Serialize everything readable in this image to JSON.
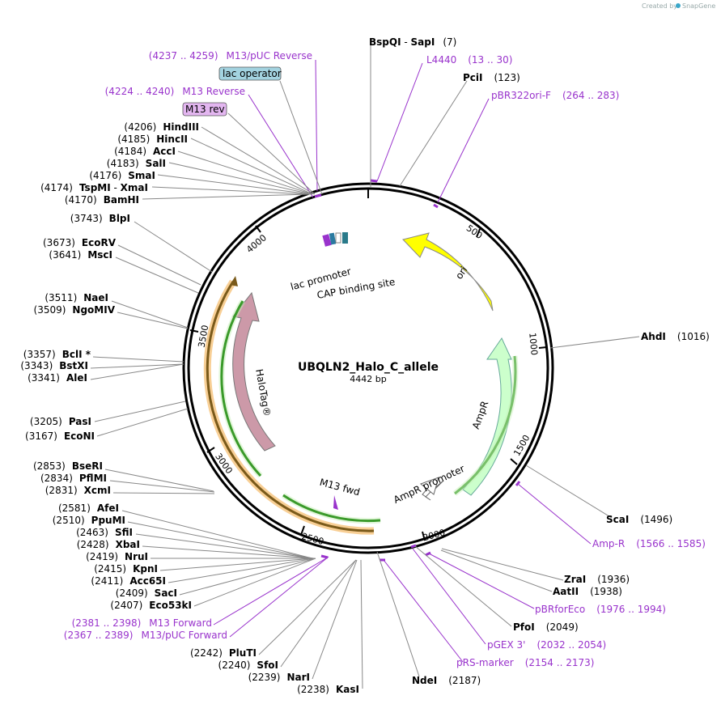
{
  "brand": {
    "created_by": "Created by",
    "name": "SnapGene"
  },
  "plasmid": {
    "name": "UBQLN2_Halo_C_allele",
    "length": "4442 bp"
  },
  "ticks": [
    "500",
    "1000",
    "1500",
    "2000",
    "2500",
    "3000",
    "3500",
    "4000"
  ],
  "features": {
    "ori": "ori",
    "ampr": "AmpR",
    "ampr_promoter": "AmpR promoter",
    "halotag": "HaloTag®",
    "lac_promoter": "lac promoter",
    "cap_site": "CAP binding site",
    "m13_fwd": "M13 fwd",
    "lac_operator": "lac operator",
    "m13_rev": "M13 rev"
  },
  "right_labels": [
    {
      "name": "BspQI",
      "sep": " - ",
      "name2": "SapI",
      "pos": "(7)"
    },
    {
      "prim": "L4440",
      "range": "(13 .. 30)"
    },
    {
      "name": "PciI",
      "pos": "(123)"
    },
    {
      "prim": "pBR322ori-F",
      "range": "(264 .. 283)"
    },
    {
      "name": "AhdI",
      "pos": "(1016)"
    },
    {
      "name": "ScaI",
      "pos": "(1496)"
    },
    {
      "prim": "Amp-R",
      "range": "(1566 .. 1585)"
    },
    {
      "name": "ZraI",
      "pos": "(1936)"
    },
    {
      "name": "AatII",
      "pos": "(1938)"
    },
    {
      "prim": "pBRforEco",
      "range": "(1976 .. 1994)"
    },
    {
      "name": "PfoI",
      "pos": "(2049)"
    },
    {
      "prim": "pGEX 3'",
      "range": "(2032 .. 2054)"
    },
    {
      "prim": "pRS-marker",
      "range": "(2154 .. 2173)"
    },
    {
      "name": "NdeI",
      "pos": "(2187)"
    }
  ],
  "left_labels": [
    {
      "range": "(4237 .. 4259)",
      "prim": "M13/pUC Reverse"
    },
    {
      "range": "(4224 .. 4240)",
      "prim": "M13 Reverse"
    },
    {
      "pos": "(4206)",
      "name": "HindIII"
    },
    {
      "pos": "(4185)",
      "name": "HincII"
    },
    {
      "pos": "(4184)",
      "name": "AccI"
    },
    {
      "pos": "(4183)",
      "name": "SalI"
    },
    {
      "pos": "(4176)",
      "name": "SmaI"
    },
    {
      "pos": "(4174)",
      "name": "TspMI",
      "sep": " - ",
      "name2": "XmaI"
    },
    {
      "pos": "(4170)",
      "name": "BamHI"
    },
    {
      "pos": "(3743)",
      "name": "BlpI"
    },
    {
      "pos": "(3673)",
      "name": "EcoRV"
    },
    {
      "pos": "(3641)",
      "name": "MscI"
    },
    {
      "pos": "(3511)",
      "name": "NaeI"
    },
    {
      "pos": "(3509)",
      "name": "NgoMIV"
    },
    {
      "pos": "(3357)",
      "name": "BclI *"
    },
    {
      "pos": "(3343)",
      "name": "BstXI"
    },
    {
      "pos": "(3341)",
      "name": "AleI"
    },
    {
      "pos": "(3205)",
      "name": "PasI"
    },
    {
      "pos": "(3167)",
      "name": "EcoNI"
    },
    {
      "pos": "(2853)",
      "name": "BseRI"
    },
    {
      "pos": "(2834)",
      "name": "PflMI"
    },
    {
      "pos": "(2831)",
      "name": "XcmI"
    },
    {
      "pos": "(2581)",
      "name": "AfeI"
    },
    {
      "pos": "(2510)",
      "name": "PpuMI"
    },
    {
      "pos": "(2463)",
      "name": "SfiI"
    },
    {
      "pos": "(2428)",
      "name": "XbaI"
    },
    {
      "pos": "(2419)",
      "name": "NruI"
    },
    {
      "pos": "(2415)",
      "name": "KpnI"
    },
    {
      "pos": "(2411)",
      "name": "Acc65I"
    },
    {
      "pos": "(2409)",
      "name": "SacI"
    },
    {
      "pos": "(2407)",
      "name": "Eco53kI"
    },
    {
      "range": "(2381 .. 2398)",
      "prim": "M13 Forward"
    },
    {
      "range": "(2367 .. 2389)",
      "prim": "M13/pUC Forward"
    },
    {
      "pos": "(2242)",
      "name": "PluTI"
    },
    {
      "pos": "(2240)",
      "name": "SfoI"
    },
    {
      "pos": "(2239)",
      "name": "NarI"
    },
    {
      "pos": "(2238)",
      "name": "KasI"
    }
  ],
  "colors": {
    "ori": "#ffff00",
    "ampr": "#ccffcc",
    "halotag": "#cc99a8",
    "primer": "#9933cc",
    "enzyme_line": "#888888",
    "lac_operator_fill": "#a3d3e0",
    "m13_rev_fill": "#e3b6f0"
  }
}
